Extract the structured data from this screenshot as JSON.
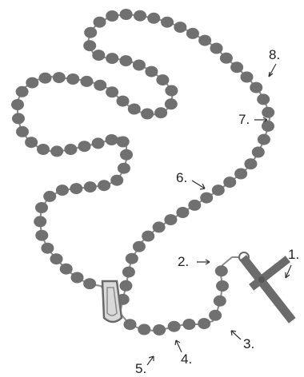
{
  "diagram": {
    "colors": {
      "bead": "#707070",
      "chain": "#8a8a8a",
      "cross": "#6b6b6b",
      "label": "#222222",
      "background": "#ffffff"
    },
    "labels": [
      {
        "id": "1",
        "text": "1."
      },
      {
        "id": "2",
        "text": "2."
      },
      {
        "id": "3",
        "text": "3."
      },
      {
        "id": "4",
        "text": "4."
      },
      {
        "id": "5",
        "text": "5."
      },
      {
        "id": "6",
        "text": "6."
      },
      {
        "id": "7",
        "text": "7."
      },
      {
        "id": "8",
        "text": "8."
      }
    ],
    "parts": {
      "crucifix": "crucifix-icon",
      "centerpiece": "centerpiece-medal-icon",
      "small_bead": "small-bead-icon"
    }
  }
}
